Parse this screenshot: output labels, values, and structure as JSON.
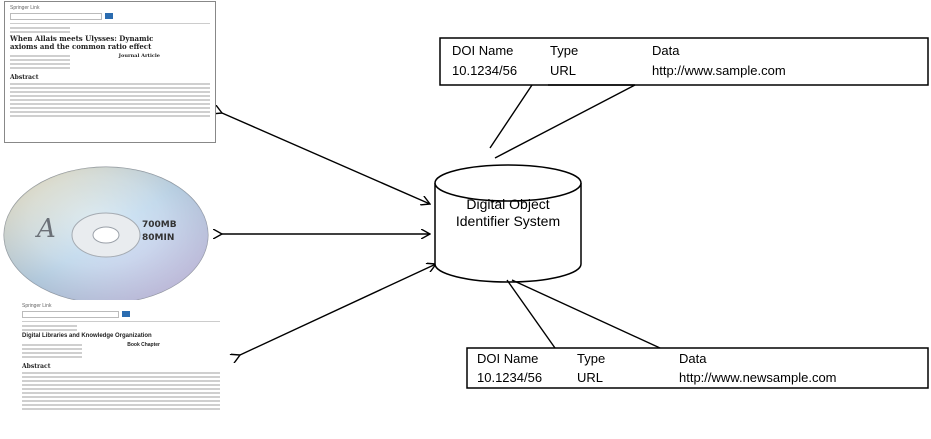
{
  "doi_system": {
    "label_line1": "Digital Object",
    "label_line2": "Identifier System"
  },
  "table_top": {
    "headers": [
      "DOI Name",
      "Type",
      "Data"
    ],
    "row": [
      "10.1234/56",
      "URL",
      "http://www.sample.com"
    ]
  },
  "table_bottom": {
    "headers": [
      "DOI Name",
      "Type",
      "Data"
    ],
    "row": [
      "10.1234/56",
      "URL",
      "http://www.newsample.com"
    ]
  },
  "article_page": {
    "brand": "Springer Link",
    "title": "When Allais meets Ulysses: Dynamic axioms and the common ratio effect",
    "type": "Journal Article",
    "section": "Abstract"
  },
  "cd": {
    "text_line1": "700MB",
    "text_line2": "80MIN"
  },
  "chapter_page": {
    "brand": "Springer Link",
    "title": "Digital Libraries and Knowledge Organization",
    "type": "Book Chapter",
    "section": "Abstract"
  }
}
